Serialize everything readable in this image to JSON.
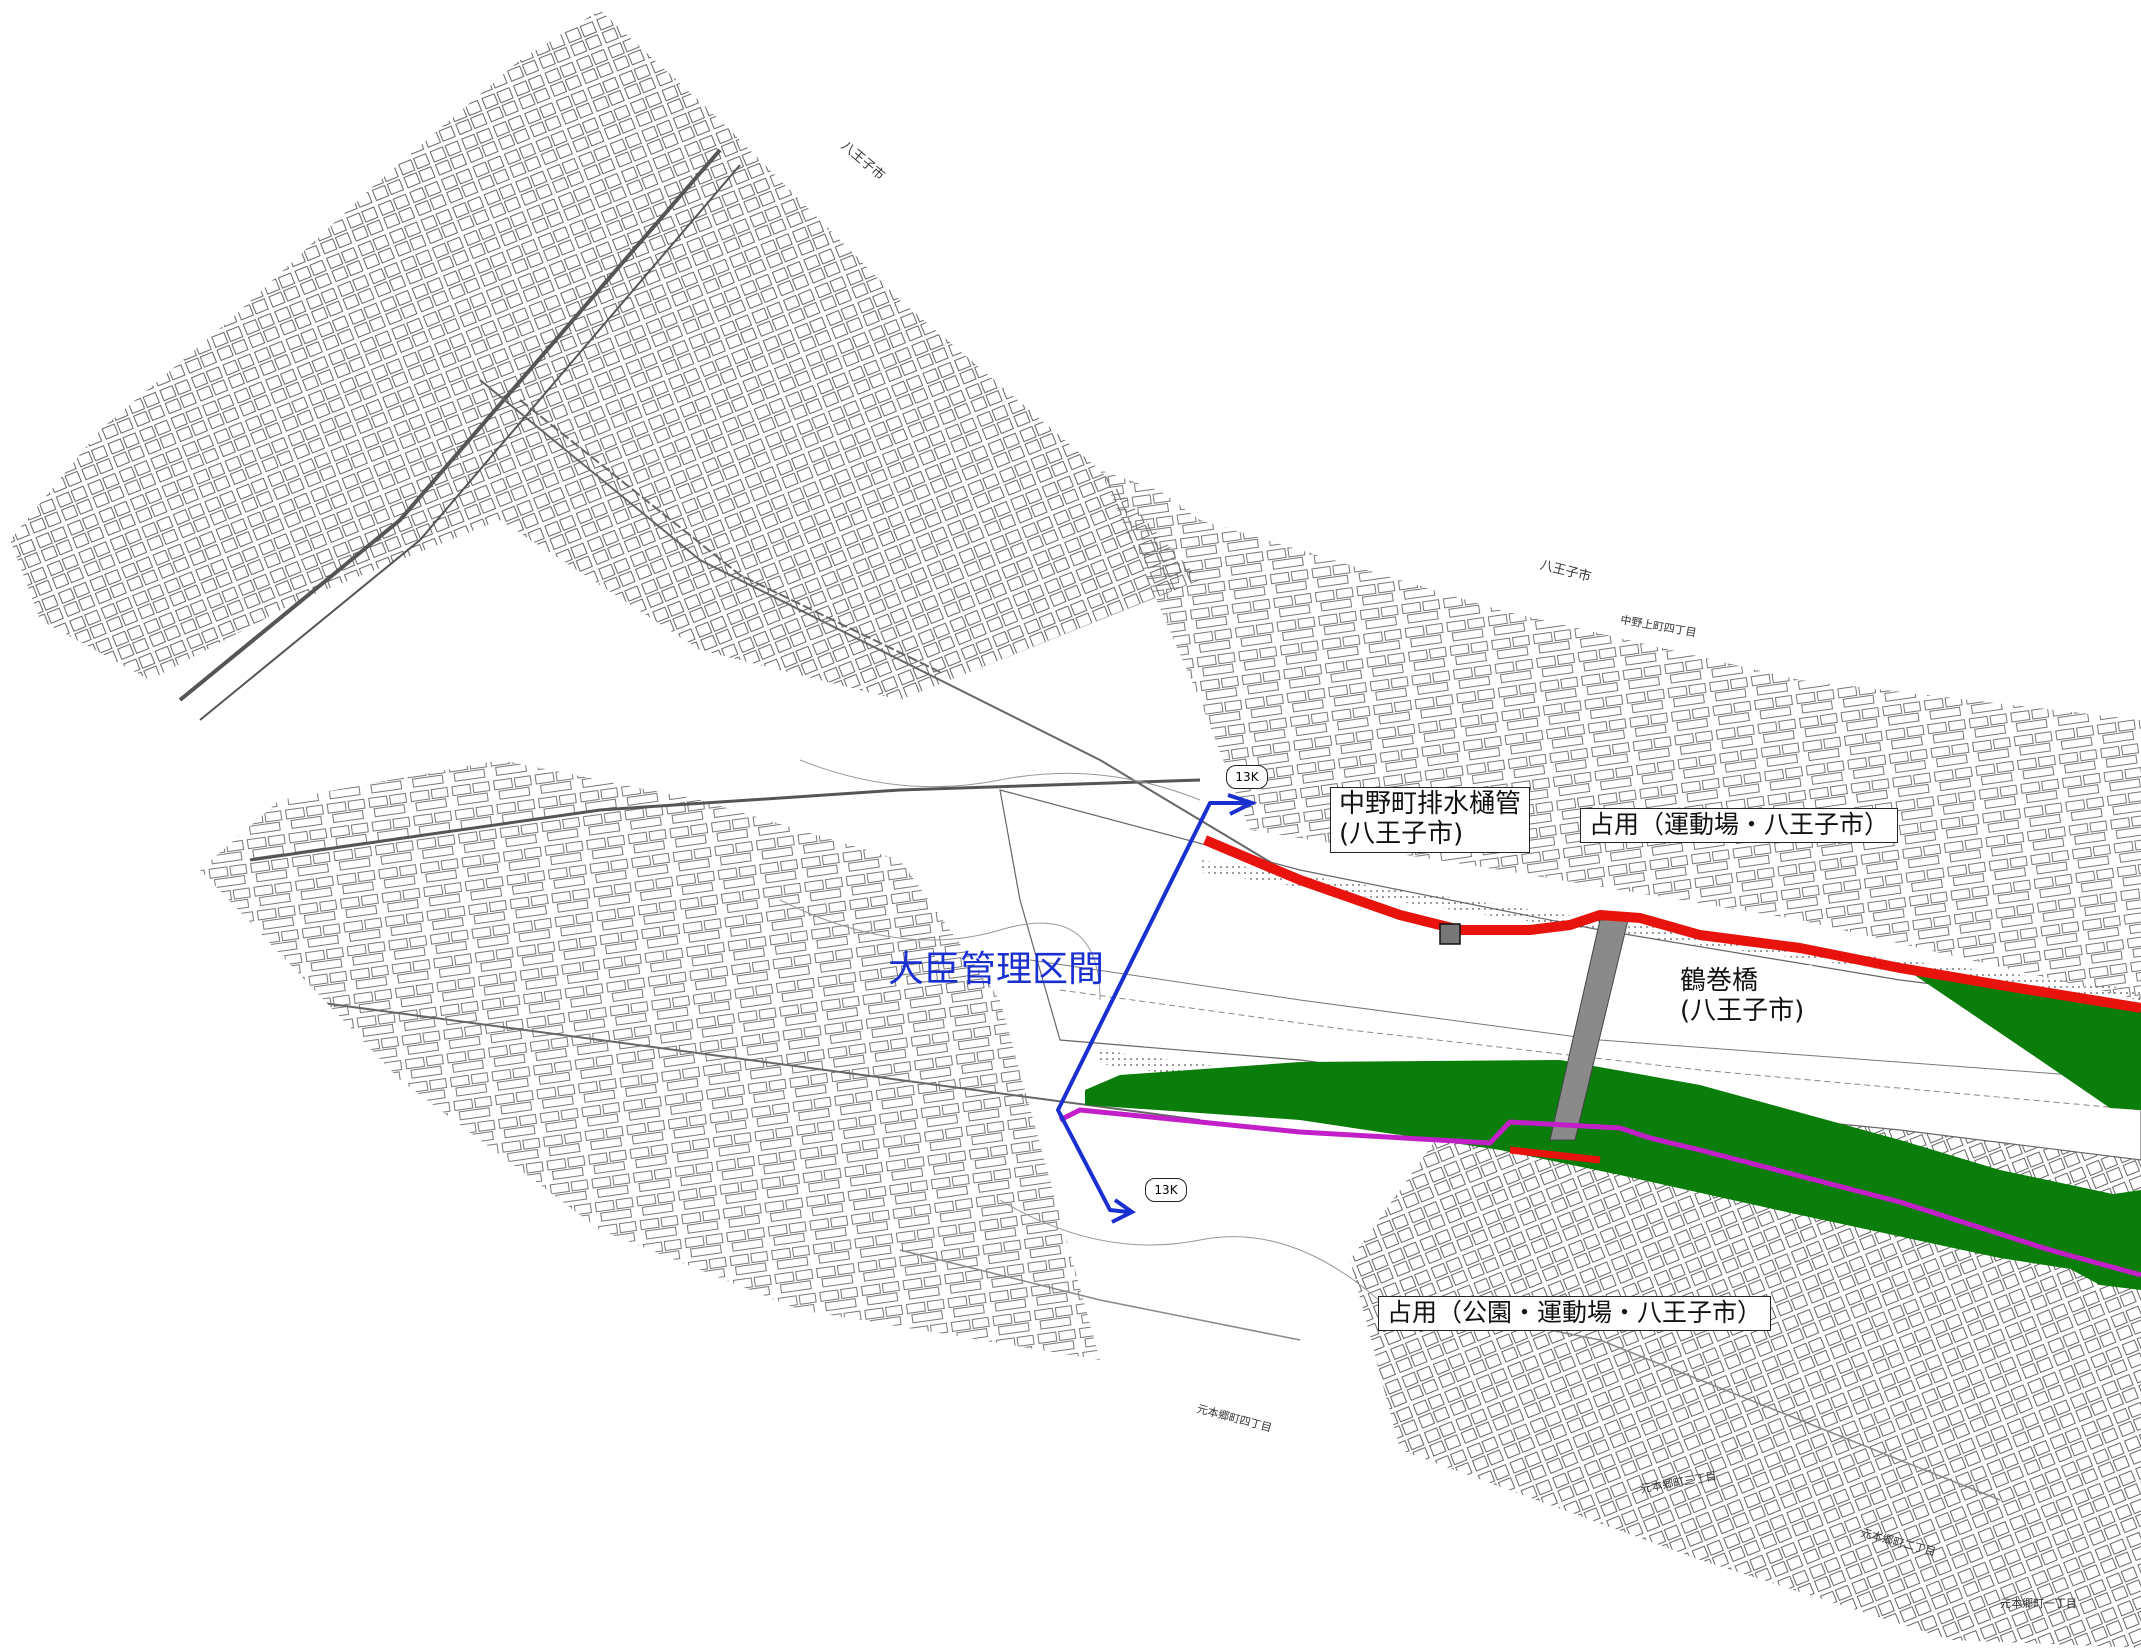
{
  "map": {
    "labels": {
      "minister_section": "大臣管理区間",
      "nakano_drain_line1": "中野町排水樋管",
      "nakano_drain_line2": "(八王子市)",
      "occupancy_north": "占用（運動場・八王子市）",
      "tsurumaki_bridge_line1": "鶴巻橋",
      "tsurumaki_bridge_line2": "(八王子市)",
      "occupancy_south": "占用（公園・運動場・八王子市）"
    },
    "km_markers": [
      "13K",
      "13K"
    ],
    "place_labels": {
      "hachioji_top": "八王子市",
      "hachioji_mid": "八王子市",
      "nakanokami": "中野上町四丁目",
      "motohongo4": "元本郷町四丁目",
      "motohongo3": "元本郷町三丁目",
      "motohongo2": "元本郷町二丁目",
      "motohongo1": "元本郷町一丁目"
    },
    "colors": {
      "boundary_red": "#e8130c",
      "boundary_magenta": "#c21fc8",
      "occupancy_green": "#0a7d0a",
      "section_blue": "#1a2fd0",
      "bridge_gray": "#8a8a8a",
      "linework": "#555555"
    }
  }
}
